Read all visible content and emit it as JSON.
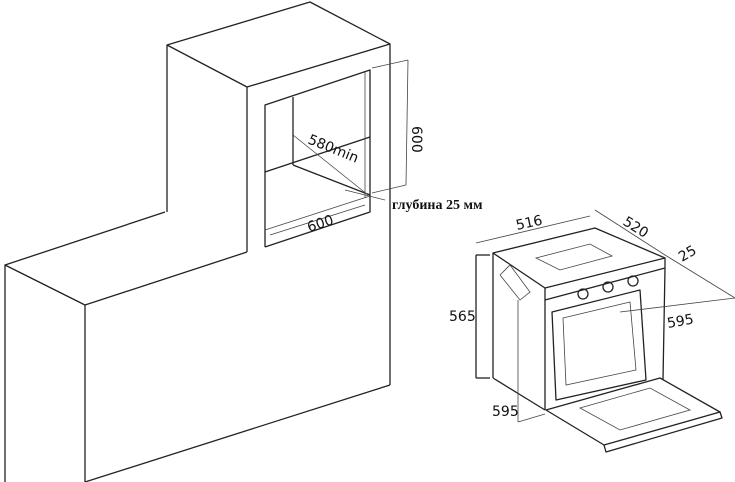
{
  "cabinet": {
    "depth_label": "580min",
    "height_label": "600",
    "width_label": "600",
    "depth_note": "глубина 25 мм"
  },
  "oven": {
    "top_width_label": "516",
    "depth_label": "520",
    "door_offset_label": "25",
    "height_label": "565",
    "overall_depth_label": "595",
    "front_width_label": "595"
  }
}
